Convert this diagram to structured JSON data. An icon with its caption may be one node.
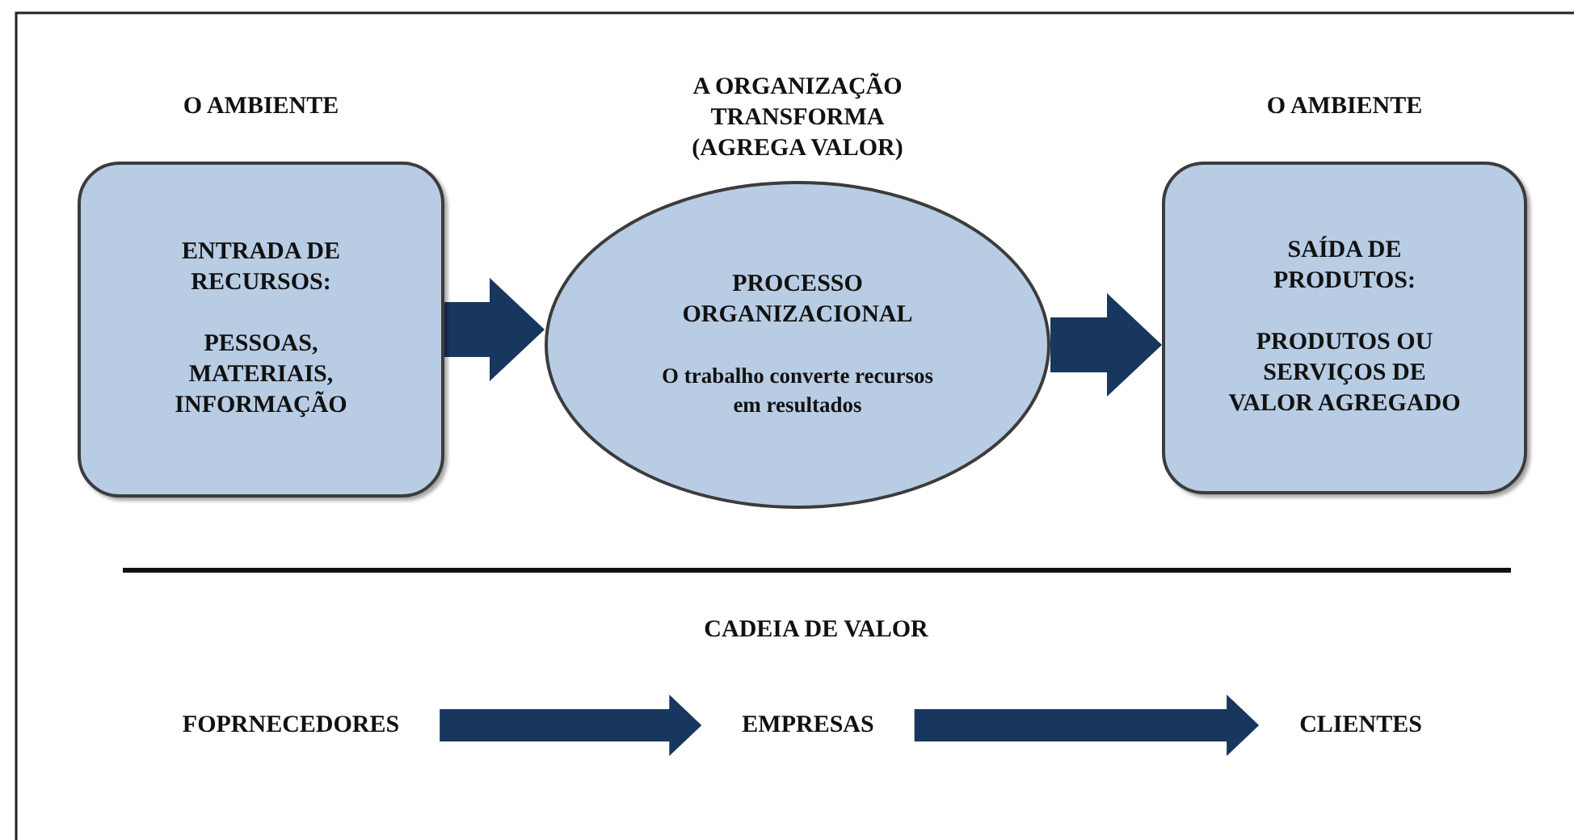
{
  "diagram": {
    "nodes": [
      {
        "text": [
          "O AMBIENTE",
          "ENTRADA DE RECURSOS:",
          "PESSOAS, MATERIAIS, INFORMAÇÃO"
        ]
      },
      {
        "text": [
          "A ORGANIZAÇÃO TRANSFORMA (AGREGA VALOR)",
          "PROCESSO ORGANIZACIONAL",
          "O trabalho converte recursos em resultados"
        ]
      },
      {
        "text": [
          "O AMBIENTE",
          "SAÍDA DE PRODUTOS:",
          "PRODUTOS OU SERVIÇOS DE VALOR AGREGADO"
        ]
      },
      {
        "text": [
          "FOPRNECEDORES"
        ]
      },
      {
        "text": [
          "EMPRESAS"
        ]
      },
      {
        "text": [
          "CLIENTES"
        ]
      }
    ],
    "edges": [
      {
        "from": 0,
        "to": 1,
        "arrow": "to"
      },
      {
        "from": 1,
        "to": 2,
        "arrow": "to"
      },
      {
        "from": 3,
        "to": 4,
        "arrow": "to"
      },
      {
        "from": 4,
        "to": 5,
        "arrow": "to"
      }
    ],
    "labels": [
      "CADEIA DE VALOR"
    ]
  }
}
